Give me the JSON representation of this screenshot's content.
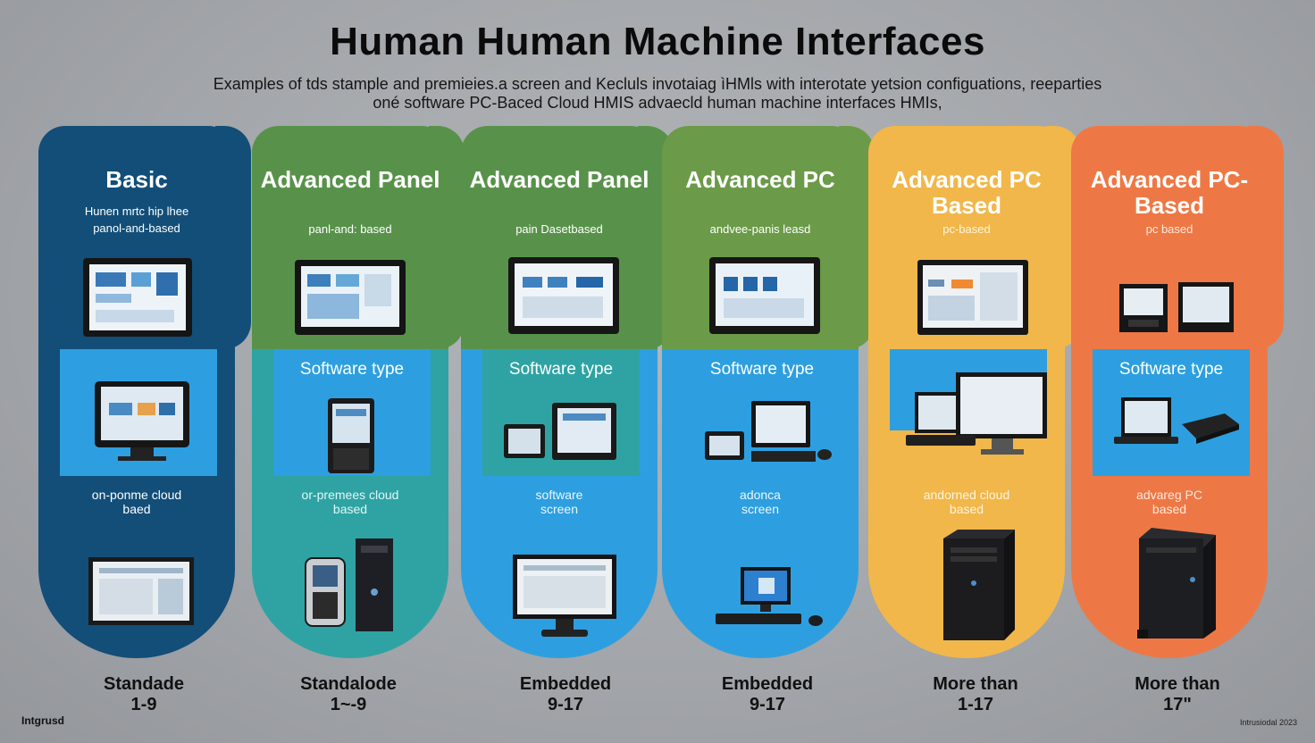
{
  "title": "Human Human Machine Interfaces",
  "subtitle_line1": "Examples of tds stample and premieies.a screen and Kecluls invotaiag ìHMls with interotate yetsion configuations, reeparties",
  "subtitle_line2": "oné software PC-Baced Cloud HMIS advaecld human machine interfaces HMIs,",
  "colors": {
    "blue": "#124e78",
    "green": "#58924a",
    "teal": "#2fa3a3",
    "cyan": "#2d9fe0",
    "yellow": "#f1b74b",
    "orange": "#ee7845"
  },
  "columns": [
    {
      "title": "Basic",
      "sub1": "Hunen mrtc hip lhee",
      "sub2": "panol-and-based",
      "band_text": "",
      "deploy1": "on-ponme cloud",
      "deploy2": "baed",
      "foot1": "Standade",
      "foot2": "1-9",
      "icons": [
        "hmi-panel-icon",
        "hmi-tablet-icon",
        "monitor-icon"
      ]
    },
    {
      "title": "Advanced Panel",
      "sub1": "panl-and: based",
      "sub2": "",
      "band_text": "Software type",
      "deploy1": "or-premees cloud",
      "deploy2": "based",
      "foot1": "Standalode",
      "foot2": "1~-9",
      "icons": [
        "hmi-panel-icon",
        "handheld-terminal-icon",
        "remote-and-tower-icon"
      ]
    },
    {
      "title": "Advanced Panel",
      "sub1": "pain Dasetbased",
      "sub2": "",
      "band_text": "Software type",
      "deploy1": "software",
      "deploy2": "screen",
      "foot1": "Embedded",
      "foot2": "9-17",
      "icons": [
        "hmi-panel-icon",
        "panel-pair-icon",
        "monitor-icon"
      ]
    },
    {
      "title": "Advanced PC",
      "sub1": "andvee-panis leasd",
      "sub2": "",
      "band_text": "Software type",
      "deploy1": "adonca",
      "deploy2": "screen",
      "foot1": "Embedded",
      "foot2": "9-17",
      "icons": [
        "hmi-panel-icon",
        "pc-workstation-icon",
        "desktop-pc-icon"
      ]
    },
    {
      "title": "Advanced PC Based",
      "sub1": "pc-based",
      "sub2": "",
      "band_text": "",
      "deploy1": "andorned cloud",
      "deploy2": "based",
      "foot1": "More than",
      "foot2": "1-17",
      "icons": [
        "hmi-panel-icon",
        "multi-monitor-icon",
        "tower-server-icon"
      ]
    },
    {
      "title": "Advanced PC-Based",
      "sub1": "pc based",
      "sub2": "",
      "band_text": "Software type",
      "deploy1": "advareg PC",
      "deploy2": "based",
      "foot1": "More than",
      "foot2": "17\"",
      "icons": [
        "dual-panel-icon",
        "laptop-keypad-icon",
        "industrial-pc-icon"
      ]
    }
  ],
  "brand": "Intgrusd",
  "copyright": "Intrusiodal 2023"
}
